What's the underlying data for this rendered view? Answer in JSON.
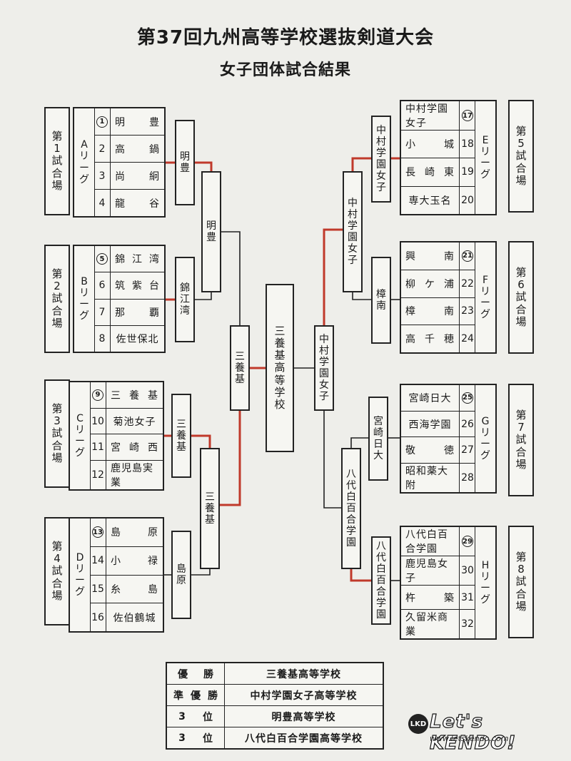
{
  "title": "第37回九州高等学校選抜剣道大会",
  "subtitle": "女子団体試合結果",
  "venues": [
    "第1試合場",
    "第2試合場",
    "第3試合場",
    "第4試合場",
    "第5試合場",
    "第6試合場",
    "第7試合場",
    "第8試合場"
  ],
  "leagues": [
    {
      "name": "Aリーグ",
      "teams": [
        {
          "n": "1",
          "circ": true,
          "a": "明",
          "b": "豊"
        },
        {
          "n": "2",
          "a": "高",
          "b": "鍋"
        },
        {
          "n": "3",
          "a": "尚",
          "b": "絅"
        },
        {
          "n": "4",
          "a": "龍",
          "b": "谷"
        }
      ]
    },
    {
      "name": "Bリーグ",
      "teams": [
        {
          "n": "5",
          "circ": true,
          "a": "錦",
          "m": "江",
          "b": "湾"
        },
        {
          "n": "6",
          "a": "筑",
          "m": "紫",
          "b": "台"
        },
        {
          "n": "7",
          "a": "那",
          "b": "覇"
        },
        {
          "n": "8",
          "a": "佐世保北"
        }
      ]
    },
    {
      "name": "Cリーグ",
      "teams": [
        {
          "n": "9",
          "circ": true,
          "a": "三",
          "m": "養",
          "b": "基"
        },
        {
          "n": "10",
          "a": "菊池女子"
        },
        {
          "n": "11",
          "a": "宮",
          "m": "崎",
          "b": "西"
        },
        {
          "n": "12",
          "a": "鹿児島実業"
        }
      ]
    },
    {
      "name": "Dリーグ",
      "teams": [
        {
          "n": "13",
          "circ": true,
          "a": "島",
          "b": "原"
        },
        {
          "n": "14",
          "a": "小",
          "b": "禄"
        },
        {
          "n": "15",
          "a": "糸",
          "b": "島"
        },
        {
          "n": "16",
          "a": "佐伯鶴城"
        }
      ]
    },
    {
      "name": "Eリーグ",
      "teams": [
        {
          "n": "17",
          "circ": true,
          "a": "中村学園女子"
        },
        {
          "n": "18",
          "a": "小",
          "b": "城"
        },
        {
          "n": "19",
          "a": "長",
          "m": "崎",
          "b": "東"
        },
        {
          "n": "20",
          "a": "専大玉名"
        }
      ]
    },
    {
      "name": "Fリーグ",
      "teams": [
        {
          "n": "21",
          "circ": true,
          "a": "興",
          "b": "南"
        },
        {
          "n": "22",
          "a": "柳",
          "m": "ケ",
          "b": "浦"
        },
        {
          "n": "23",
          "a": "樟",
          "b": "南"
        },
        {
          "n": "24",
          "a": "高",
          "m": "千",
          "b": "穂"
        }
      ]
    },
    {
      "name": "Gリーグ",
      "teams": [
        {
          "n": "25",
          "circ": true,
          "a": "宮崎日大"
        },
        {
          "n": "26",
          "a": "西海学園"
        },
        {
          "n": "27",
          "a": "敬",
          "b": "徳"
        },
        {
          "n": "28",
          "a": "昭和薬大附"
        }
      ]
    },
    {
      "name": "Hリーグ",
      "teams": [
        {
          "n": "29",
          "circ": true,
          "a": "八代白百合学園"
        },
        {
          "n": "30",
          "a": "鹿児島女子"
        },
        {
          "n": "31",
          "a": "杵",
          "b": "築"
        },
        {
          "n": "32",
          "a": "久留米商業"
        }
      ]
    }
  ],
  "bracket": {
    "r1": [
      "明豊",
      "錦江湾",
      "三養基",
      "島原",
      "中村学園女子",
      "樟南",
      "宮崎日大",
      "八代白百合学園"
    ],
    "r2": [
      "明豊",
      "三養基",
      "中村学園女子",
      "八代白百合学園"
    ],
    "r3": [
      "三養基",
      "中村学園女子"
    ],
    "champion": "三養基高等学校"
  },
  "results": [
    {
      "rank": [
        "優",
        "勝"
      ],
      "school": "三養基高等学校"
    },
    {
      "rank": [
        "準",
        "優",
        "勝"
      ],
      "school": "中村学園女子高等学校"
    },
    {
      "rank": [
        "3",
        "位"
      ],
      "school": "明豊高等学校"
    },
    {
      "rank": [
        "3",
        "位"
      ],
      "school": "八代白百合学園高等学校"
    }
  ],
  "logo": {
    "text": "Let's KENDO!",
    "url": "www.letskendo.com",
    "badge": "LKD"
  },
  "colors": {
    "winner_line": "#c0392b",
    "line": "#222222"
  }
}
